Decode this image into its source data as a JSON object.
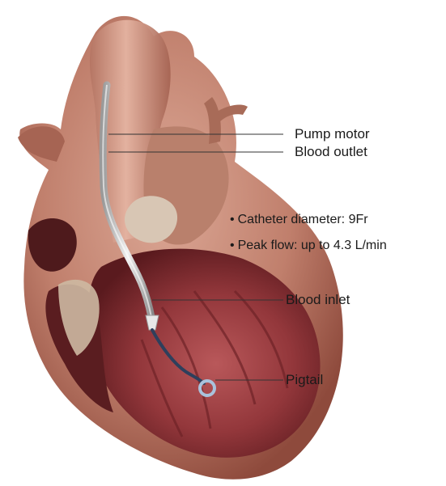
{
  "labels": {
    "pump_motor": "Pump motor",
    "blood_outlet": "Blood outlet",
    "blood_inlet": "Blood inlet",
    "pigtail": "Pigtail"
  },
  "specs": {
    "bullet_glyph": "•",
    "catheter_diameter": "Catheter diameter: 9Fr",
    "peak_flow": "Peak flow: up to 4.3 L/min"
  },
  "colors": {
    "heart_outer": "#c88b78",
    "heart_shadow": "#8e4a3c",
    "chamber_inside": "#9b3a3e",
    "chamber_dark": "#5a1a1e",
    "aorta": "#d39a86",
    "catheter": "#d9d9d9",
    "pigtail_tip": "#9db4cc",
    "leader_line": "#333333"
  }
}
